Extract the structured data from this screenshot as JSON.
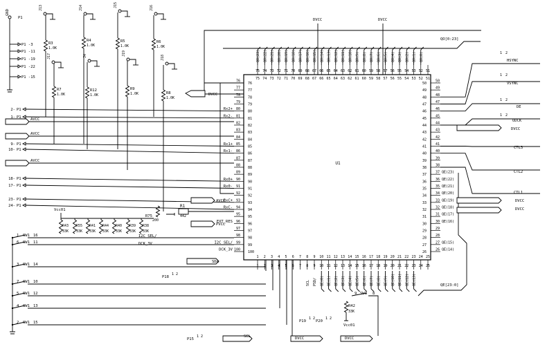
{
  "chip": {
    "ref": "U1"
  },
  "pins": {
    "left": [
      "76",
      "77",
      "78",
      "79",
      "80",
      "81",
      "82",
      "83",
      "84",
      "85",
      "86",
      "87",
      "88",
      "89",
      "90",
      "91",
      "92",
      "93",
      "94",
      "95",
      "96",
      "97",
      "98",
      "99",
      "100"
    ],
    "right": [
      "50",
      "49",
      "48",
      "47",
      "46",
      "45",
      "44",
      "43",
      "42",
      "41",
      "40",
      "39",
      "38",
      "37",
      "36",
      "35",
      "34",
      "33",
      "32",
      "31",
      "30",
      "29",
      "28",
      "27",
      "26"
    ],
    "top": [
      "75",
      "74",
      "73",
      "72",
      "71",
      "70",
      "69",
      "68",
      "67",
      "66",
      "65",
      "64",
      "63",
      "62",
      "61",
      "60",
      "59",
      "58",
      "57",
      "56",
      "55",
      "54",
      "53",
      "52",
      "51"
    ],
    "bottom": [
      "1",
      "2",
      "3",
      "4",
      "5",
      "6",
      "7",
      "8",
      "9",
      "10",
      "11",
      "12",
      "13",
      "14",
      "15",
      "16",
      "17",
      "18",
      "19",
      "20",
      "21",
      "22",
      "23",
      "24",
      "25"
    ]
  },
  "left_labels": [
    {
      "pin": "80",
      "text": "Rx2+"
    },
    {
      "pin": "81",
      "text": "Rx2-"
    },
    {
      "pin": "85",
      "text": "Rx1+"
    },
    {
      "pin": "86",
      "text": "Rx1-"
    },
    {
      "pin": "90",
      "text": "Rx0+"
    },
    {
      "pin": "91",
      "text": "Rx0-"
    },
    {
      "pin": "93",
      "text": "RxC+"
    },
    {
      "pin": "94",
      "text": "RxC-"
    },
    {
      "pin": "96",
      "text": "EXT_RES"
    },
    {
      "pin": "99",
      "text": "I2C_SEL/"
    },
    {
      "pin": "100",
      "text": "DCK_3V"
    }
  ],
  "right_labels": [
    {
      "pin": "37",
      "text": "QE(23)"
    },
    {
      "pin": "36",
      "text": "QE(22)"
    },
    {
      "pin": "35",
      "text": "QE(21)"
    },
    {
      "pin": "34",
      "text": "QE(20)"
    },
    {
      "pin": "33",
      "text": "QE(19)"
    },
    {
      "pin": "32",
      "text": "QE(18)"
    },
    {
      "pin": "31",
      "text": "QE(17)"
    },
    {
      "pin": "30",
      "text": "QE(16)"
    },
    {
      "pin": "27",
      "text": "QE(15)"
    },
    {
      "pin": "26",
      "text": "QE(14)"
    }
  ],
  "top_labels": [
    "QO(23)",
    "QO(22)",
    "QO(21)",
    "QO(20)",
    "QO(19)",
    "QO(18)",
    "QO(17)",
    "QO(16)",
    "QO(15)",
    "QO(14)",
    "QO(13)",
    "QO(12)",
    "QO(11)",
    "QO(10)",
    "QO(9)",
    "QO(8)",
    "QO(7)",
    "QO(6)",
    "QO(5)",
    "QO(4)",
    "QO(3)",
    "QO(2)",
    "QO(1)",
    "QO(0)"
  ],
  "bottom_labels": [
    "SCL",
    "PSD/",
    "QE(0)",
    "QE(1)",
    "QE(2)",
    "QE(3)",
    "QE(4)",
    "QE(5)",
    "QE(6)",
    "QE(7)",
    "QE(8)",
    "QE(9)",
    "QE(10)",
    "QE(11)",
    "QE(12)",
    "QE(13)"
  ],
  "bus_labels": {
    "qo": "QO[0:23]",
    "qe": "QE[23:0]"
  },
  "net_ports": {
    "dvcc": "DVCC",
    "avcc": "AVCC",
    "pvcc": "PVCC",
    "sda": "SDA",
    "scl": "SCL",
    "hsync": "HSYNC",
    "vsync": "VSYNC",
    "de": "DE",
    "odck": "ODCK",
    "ctl3": "CTL3",
    "ctl2": "CTL2",
    "ctl1": "CTL1",
    "vcc01": "Vcc01",
    "gnd": "GND"
  },
  "connector_pins": [
    "1",
    "2",
    "9",
    "10",
    "17",
    "18",
    "23",
    "24"
  ],
  "connector_prefix": "P1",
  "p1_labels": [
    "P1",
    "P1 -3",
    "P1 -11",
    "P1 -19",
    "P1 -22",
    "P1 -15"
  ],
  "input_resistors": [
    {
      "ref": "R3",
      "value": "1.0K"
    },
    {
      "ref": "R4",
      "value": "1.0K"
    },
    {
      "ref": "R5",
      "value": "1.0K"
    },
    {
      "ref": "R6",
      "value": "1.0K"
    },
    {
      "ref": "R7",
      "value": "1.0K"
    },
    {
      "ref": "R12",
      "value": "1.0K"
    },
    {
      "ref": "R9",
      "value": "1.0K"
    },
    {
      "ref": "R8",
      "value": "1.0K"
    }
  ],
  "jumpers": [
    "J13",
    "J14",
    "J15",
    "J16",
    "J17",
    "J4",
    "J19",
    "J18"
  ],
  "pullups": [
    {
      "ref": "R43",
      "value": "33K"
    },
    {
      "ref": "R55",
      "value": "33K"
    },
    {
      "ref": "R41",
      "value": "33K"
    },
    {
      "ref": "R44",
      "value": "33K"
    },
    {
      "ref": "R40",
      "value": "33K"
    },
    {
      "ref": "R39",
      "value": "33K"
    },
    {
      "ref": "R38",
      "value": "33K"
    }
  ],
  "r1": {
    "ref": "R1",
    "value": "442"
  },
  "r75": {
    "ref": "R75",
    "value": "200"
  },
  "r42": {
    "ref": "R42",
    "value": "33K"
  },
  "switch_ref": "SW1",
  "switch_rows": [
    {
      "a": "1",
      "b": "16"
    },
    {
      "a": "6",
      "b": "11"
    },
    {
      "a": "3",
      "b": "14"
    },
    {
      "a": "7",
      "b": "10"
    },
    {
      "a": "5",
      "b": "12"
    },
    {
      "a": "4",
      "b": "13"
    },
    {
      "a": "2",
      "b": "15"
    }
  ],
  "sw_pins": {
    "a": "9",
    "b": "8"
  },
  "test_points": [
    "P18",
    "P19",
    "P20",
    "P15"
  ],
  "u1": "U1"
}
